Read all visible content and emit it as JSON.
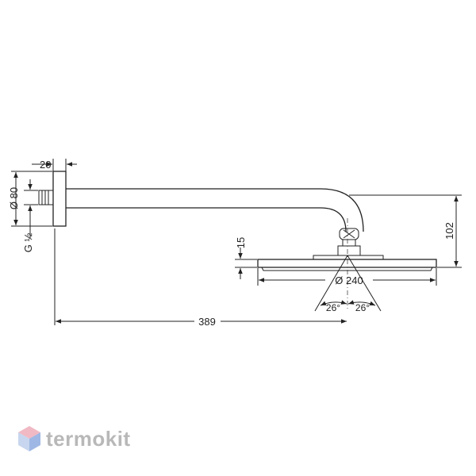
{
  "dimensions": {
    "flange_depth": "20",
    "flange_diameter": "Ø 80",
    "thread": "G ½",
    "arm_length": "389",
    "head_height": "15",
    "total_drop": "102",
    "head_diameter": "Ø 240",
    "tilt_left": "26°",
    "tilt_right": "26°"
  },
  "watermark": {
    "text": "termokit",
    "colors": {
      "top": "#f0b9c4",
      "left": "#c7d6ee",
      "right": "#9fb7e4"
    }
  }
}
